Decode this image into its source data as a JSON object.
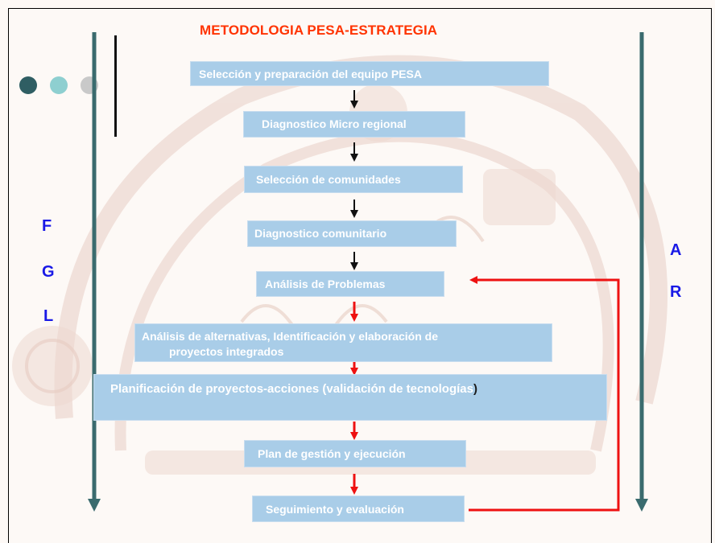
{
  "title": "METODOLOGIA PESA-ESTRATEGIA",
  "steps": [
    "Selección y preparación del equipo PESA",
    "Diagnostico Micro regional",
    "Selección de comunidades",
    "Diagnostico comunitario",
    "Análisis de Problemas",
    "Análisis de alternativas, Identificación y elaboración de",
    "proyectos integrados",
    "Planificación de proyectos-acciones (validación de tecnologías",
    ")",
    "Plan de gestión y ejecución",
    "Seguimiento y evaluación"
  ],
  "left_letters": [
    "F",
    "G",
    "L"
  ],
  "right_letters": [
    "A",
    "R"
  ],
  "colors": {
    "title": "#ff3300",
    "box_fill": "#a9cde8",
    "side_letters": "#1919e6",
    "black_arrow": "#111111",
    "red_arrow": "#ee1111",
    "long_arrow": "#3a6b6e",
    "dot_1": "#2f5e63",
    "dot_2": "#8ecfd0",
    "dot_3": "#c9c9c9"
  }
}
